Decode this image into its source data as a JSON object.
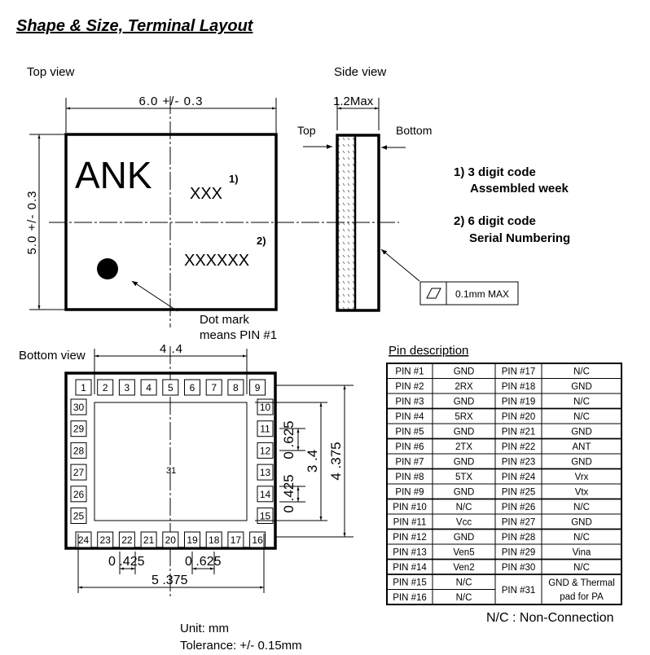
{
  "title": "Shape & Size, Terminal Layout",
  "top_view": {
    "label": "Top view",
    "width_dim": "6.0 +/- 0.3",
    "height_dim": "5.0 +/- 0.3",
    "marking": "ANK",
    "code1": "XXX",
    "code1_ref": "1)",
    "code2": "XXXXXX",
    "code2_ref": "2)",
    "dot_note_line1": "Dot mark",
    "dot_note_line2": "means PIN #1"
  },
  "side_view": {
    "label": "Side view",
    "thickness_dim": "1.2Max",
    "top_label": "Top",
    "bottom_label": "Bottom",
    "flatness": "0.1mm MAX",
    "flatness_icon": "flatness-parallelogram-icon"
  },
  "notes": {
    "n1_line1": "1) 3 digit code",
    "n1_line2": "Assembled week",
    "n2_line1": "2) 6 digit code",
    "n2_line2": "Serial Numbering"
  },
  "bottom_view": {
    "label": "Bottom view",
    "top_pins": [
      "1",
      "2",
      "3",
      "4",
      "5",
      "6",
      "7",
      "8",
      "9"
    ],
    "right_pins": [
      "10",
      "11",
      "12",
      "13",
      "14",
      "15"
    ],
    "bottom_pins": [
      "24",
      "23",
      "22",
      "21",
      "20",
      "19",
      "18",
      "17",
      "16"
    ],
    "left_pins": [
      "30",
      "29",
      "28",
      "27",
      "26",
      "25"
    ],
    "center_pad": "31",
    "dim_pad_width": "4 .4",
    "dim_pitch_v": "0 .625",
    "dim_pad_v": "0 .425",
    "dim_pad_height": "3 .4",
    "dim_outer_v": "4 .375",
    "dim_pad_h": "0 .425",
    "dim_pitch_h": "0 .625",
    "dim_outer_h": "5 .375"
  },
  "unit": "Unit: mm",
  "tolerance": "Tolerance: +/- 0.15mm",
  "pin_table": {
    "heading": "Pin description",
    "rows": [
      [
        "PIN #1",
        "GND",
        "PIN #17",
        "N/C"
      ],
      [
        "PIN #2",
        "2RX",
        "PIN #18",
        "GND"
      ],
      [
        "PIN #3",
        "GND",
        "PIN #19",
        "N/C"
      ],
      [
        "PIN #4",
        "5RX",
        "PIN #20",
        "N/C"
      ],
      [
        "PIN #5",
        "GND",
        "PIN #21",
        "GND"
      ],
      [
        "PIN #6",
        "2TX",
        "PIN #22",
        "ANT"
      ],
      [
        "PIN #7",
        "GND",
        "PIN #23",
        "GND"
      ],
      [
        "PIN #8",
        "5TX",
        "PIN #24",
        "Vrx"
      ],
      [
        "PIN #9",
        "GND",
        "PIN #25",
        "Vtx"
      ],
      [
        "PIN #10",
        "N/C",
        "PIN #26",
        "N/C"
      ],
      [
        "PIN #11",
        "Vcc",
        "PIN #27",
        "GND"
      ],
      [
        "PIN #12",
        "GND",
        "PIN #28",
        "N/C"
      ],
      [
        "PIN #13",
        "Ven5",
        "PIN #29",
        "Vina"
      ],
      [
        "PIN #14",
        "Ven2",
        "PIN #30",
        "N/C"
      ],
      [
        "PIN #15",
        "N/C"
      ],
      [
        "PIN #16",
        "N/C"
      ]
    ],
    "pin31_label": "PIN #31",
    "pin31_desc_line1": "GND & Thermal",
    "pin31_desc_line2": "pad for PA",
    "footnote": "N/C : Non-Connection"
  }
}
